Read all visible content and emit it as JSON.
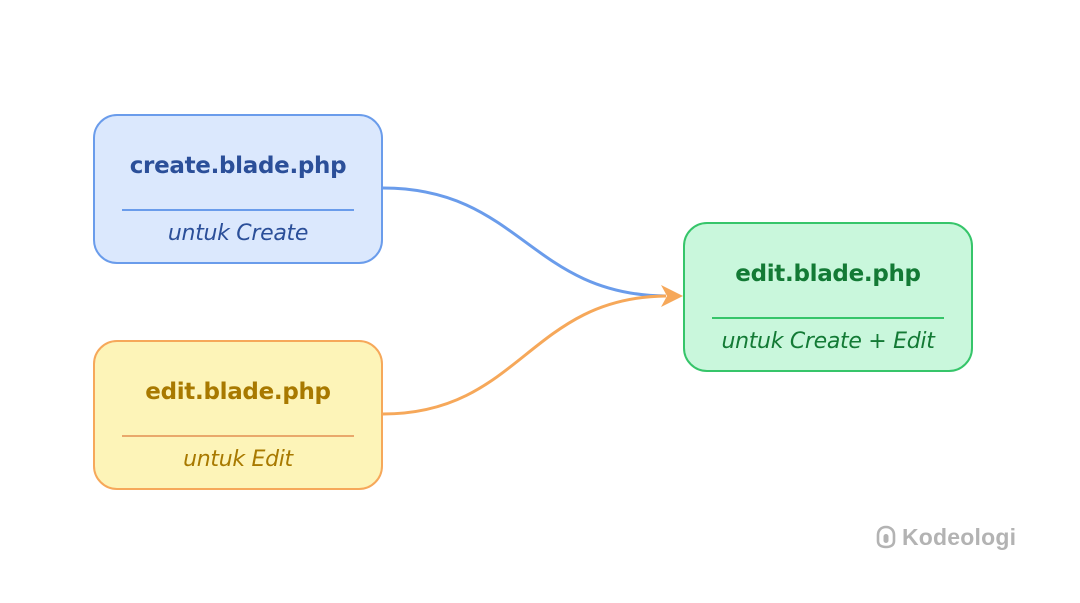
{
  "diagram": {
    "nodes": [
      {
        "id": "create",
        "title": "create.blade.php",
        "subtitle": "untuk Create"
      },
      {
        "id": "edit-src",
        "title": "edit.blade.php",
        "subtitle": "untuk Edit"
      },
      {
        "id": "edit-dst",
        "title": "edit.blade.php",
        "subtitle": "untuk Create + Edit"
      }
    ],
    "edges": [
      {
        "from": "create",
        "to": "edit-dst",
        "color": "#6a9ceb"
      },
      {
        "from": "edit-src",
        "to": "edit-dst",
        "color": "#f6a85a"
      }
    ]
  },
  "colors": {
    "create_fill": "#dbe8fd",
    "create_border": "#6a9ceb",
    "create_text": "#2b4f99",
    "edit_fill": "#fdf4b8",
    "edit_border": "#f6a85a",
    "edit_text": "#a87900",
    "merged_fill": "#c9f7dc",
    "merged_border": "#36c56a",
    "merged_text": "#137a35"
  },
  "watermark": {
    "brand": "Kodeologi",
    "icon": "kodeologi-logo-icon"
  }
}
